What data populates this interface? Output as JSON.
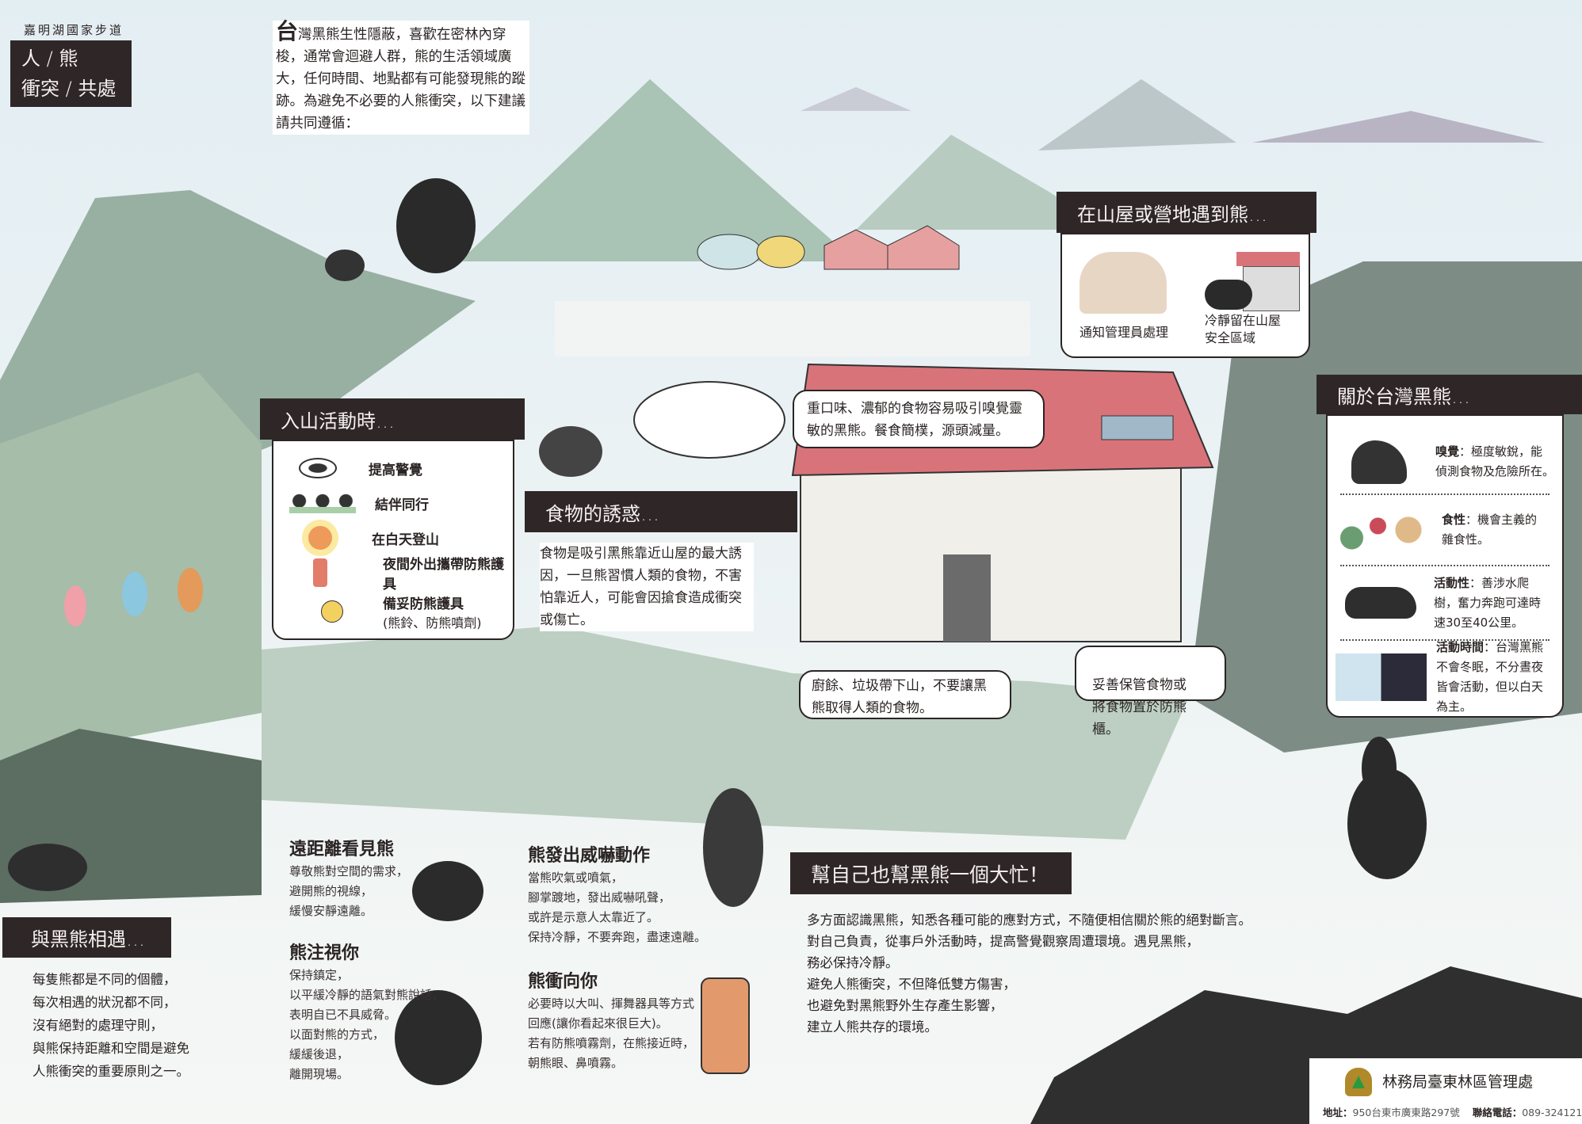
{
  "header": {
    "trail_name": "嘉明湖國家步道",
    "title_line1": "人 / 熊",
    "title_line2": "衝突 / 共處"
  },
  "intro": {
    "drop_cap": "台",
    "text": "灣黑熊生性隱蔽，喜歡在密林內穿梭，通常會迴避人群，熊的生活領域廣大，任何時間、地點都有可能發現熊的蹤跡。為避免不必要的人熊衝突，以下建議請共同遵循："
  },
  "hut_section": {
    "title": "在山屋或營地遇到熊…",
    "items": [
      {
        "icon": "ranger-icon",
        "label": "通知管理員處理"
      },
      {
        "icon": "bear-at-cabin-icon",
        "label": "冷靜留在山屋\n安全區域"
      }
    ]
  },
  "mountain_section": {
    "title": "入山活動時…",
    "items": [
      {
        "icon": "eye-icon",
        "label": "提高警覺"
      },
      {
        "icon": "hikers-icon",
        "label": "結伴同行"
      },
      {
        "icon": "sun-icon",
        "label": "在白天登山"
      },
      {
        "icon": "bear-spray-icon",
        "label": "夜間外出攜帶防熊護具"
      },
      {
        "icon": "bear-bell-icon",
        "label": "備妥防熊護具",
        "sub": "(熊鈴、防熊噴劑)"
      }
    ]
  },
  "food_section": {
    "title": "食物的誘惑…",
    "text": "食物是吸引黑熊靠近山屋的最大誘因，一旦熊習慣人類的食物，不害怕靠近人，可能會因搶食造成衝突或傷亡。",
    "bubble_smell": "重口味、濃郁的食物容易吸引嗅覺靈敏的黑熊。餐食簡樸，源頭減量。",
    "bubble_trash": "廚餘、垃圾帶下山，不要讓黑熊取得人類的食物。",
    "bubble_storage": "妥善保管食物或\n將食物置於防熊櫃。"
  },
  "about_section": {
    "title": "關於台灣黑熊…",
    "items": [
      {
        "icon": "bear-sniffing-icon",
        "term": "嗅覺",
        "desc": "極度敏銳，能偵測食物及危險所在。"
      },
      {
        "icon": "food-items-icon",
        "term": "食性",
        "desc": "機會主義的雜食性。"
      },
      {
        "icon": "running-bear-icon",
        "term": "活動性",
        "desc": "善涉水爬樹，奮力奔跑可達時速30至40公里。"
      },
      {
        "icon": "day-night-icon",
        "term": "活動時間",
        "desc": "台灣黑熊不會冬眠，不分晝夜皆會活動，但以白天為主。"
      }
    ]
  },
  "encounter_section": {
    "title": "與黑熊相遇…",
    "text": "每隻熊都是不同的個體，\n每次相遇的狀況都不同，\n沒有絕對的處理守則，\n與熊保持距離和空間是避免\n人熊衝突的重要原則之一。",
    "cases": [
      {
        "title": "遠距離看見熊",
        "text": "尊敬熊對空間的需求，\n避開熊的視線，\n緩慢安靜遠離。"
      },
      {
        "title": "熊注視你",
        "text": "保持鎮定，\n以平緩冷靜的語氣對熊說話，\n表明自已不具威脅。\n以面對熊的方式，\n緩緩後退，\n離開現場。"
      },
      {
        "title": "熊發出威嚇動作",
        "text": "當熊吹氣或噴氣，\n腳掌踱地，發出威嚇吼聲，\n或許是示意人太靠近了。\n保持冷靜，不要奔跑，盡速遠離。"
      },
      {
        "title": "熊衝向你",
        "text": "必要時以大叫、揮舞器具等方式\n回應(讓你看起來很巨大)。\n若有防熊噴霧劑，在熊接近時，\n朝熊眼、鼻噴霧。"
      }
    ]
  },
  "help_section": {
    "title": "幫自己也幫黑熊一個大忙！",
    "text": "多方面認識黑熊，知悉各種可能的應對方式，不隨便相信關於熊的絕對斷言。\n對自己負責，從事戶外活動時，提高警覺觀察周遭環境。遇見黑熊，\n務必保持冷靜。\n避免人熊衝突，不但降低雙方傷害，\n也避免對黑熊野外生存產生影響，\n建立人熊共存的環境。"
  },
  "footer": {
    "org": "林務局臺東林區管理處",
    "address_label": "地址：",
    "address": "950台東市廣東路297號",
    "phone_label": "聯絡電話：",
    "phone": "089-324121"
  },
  "colors": {
    "header_bg": "#2f2727",
    "roof_red": "#d9737a",
    "logo_gold": "#b08a2a",
    "logo_green": "#2a9a3e"
  }
}
